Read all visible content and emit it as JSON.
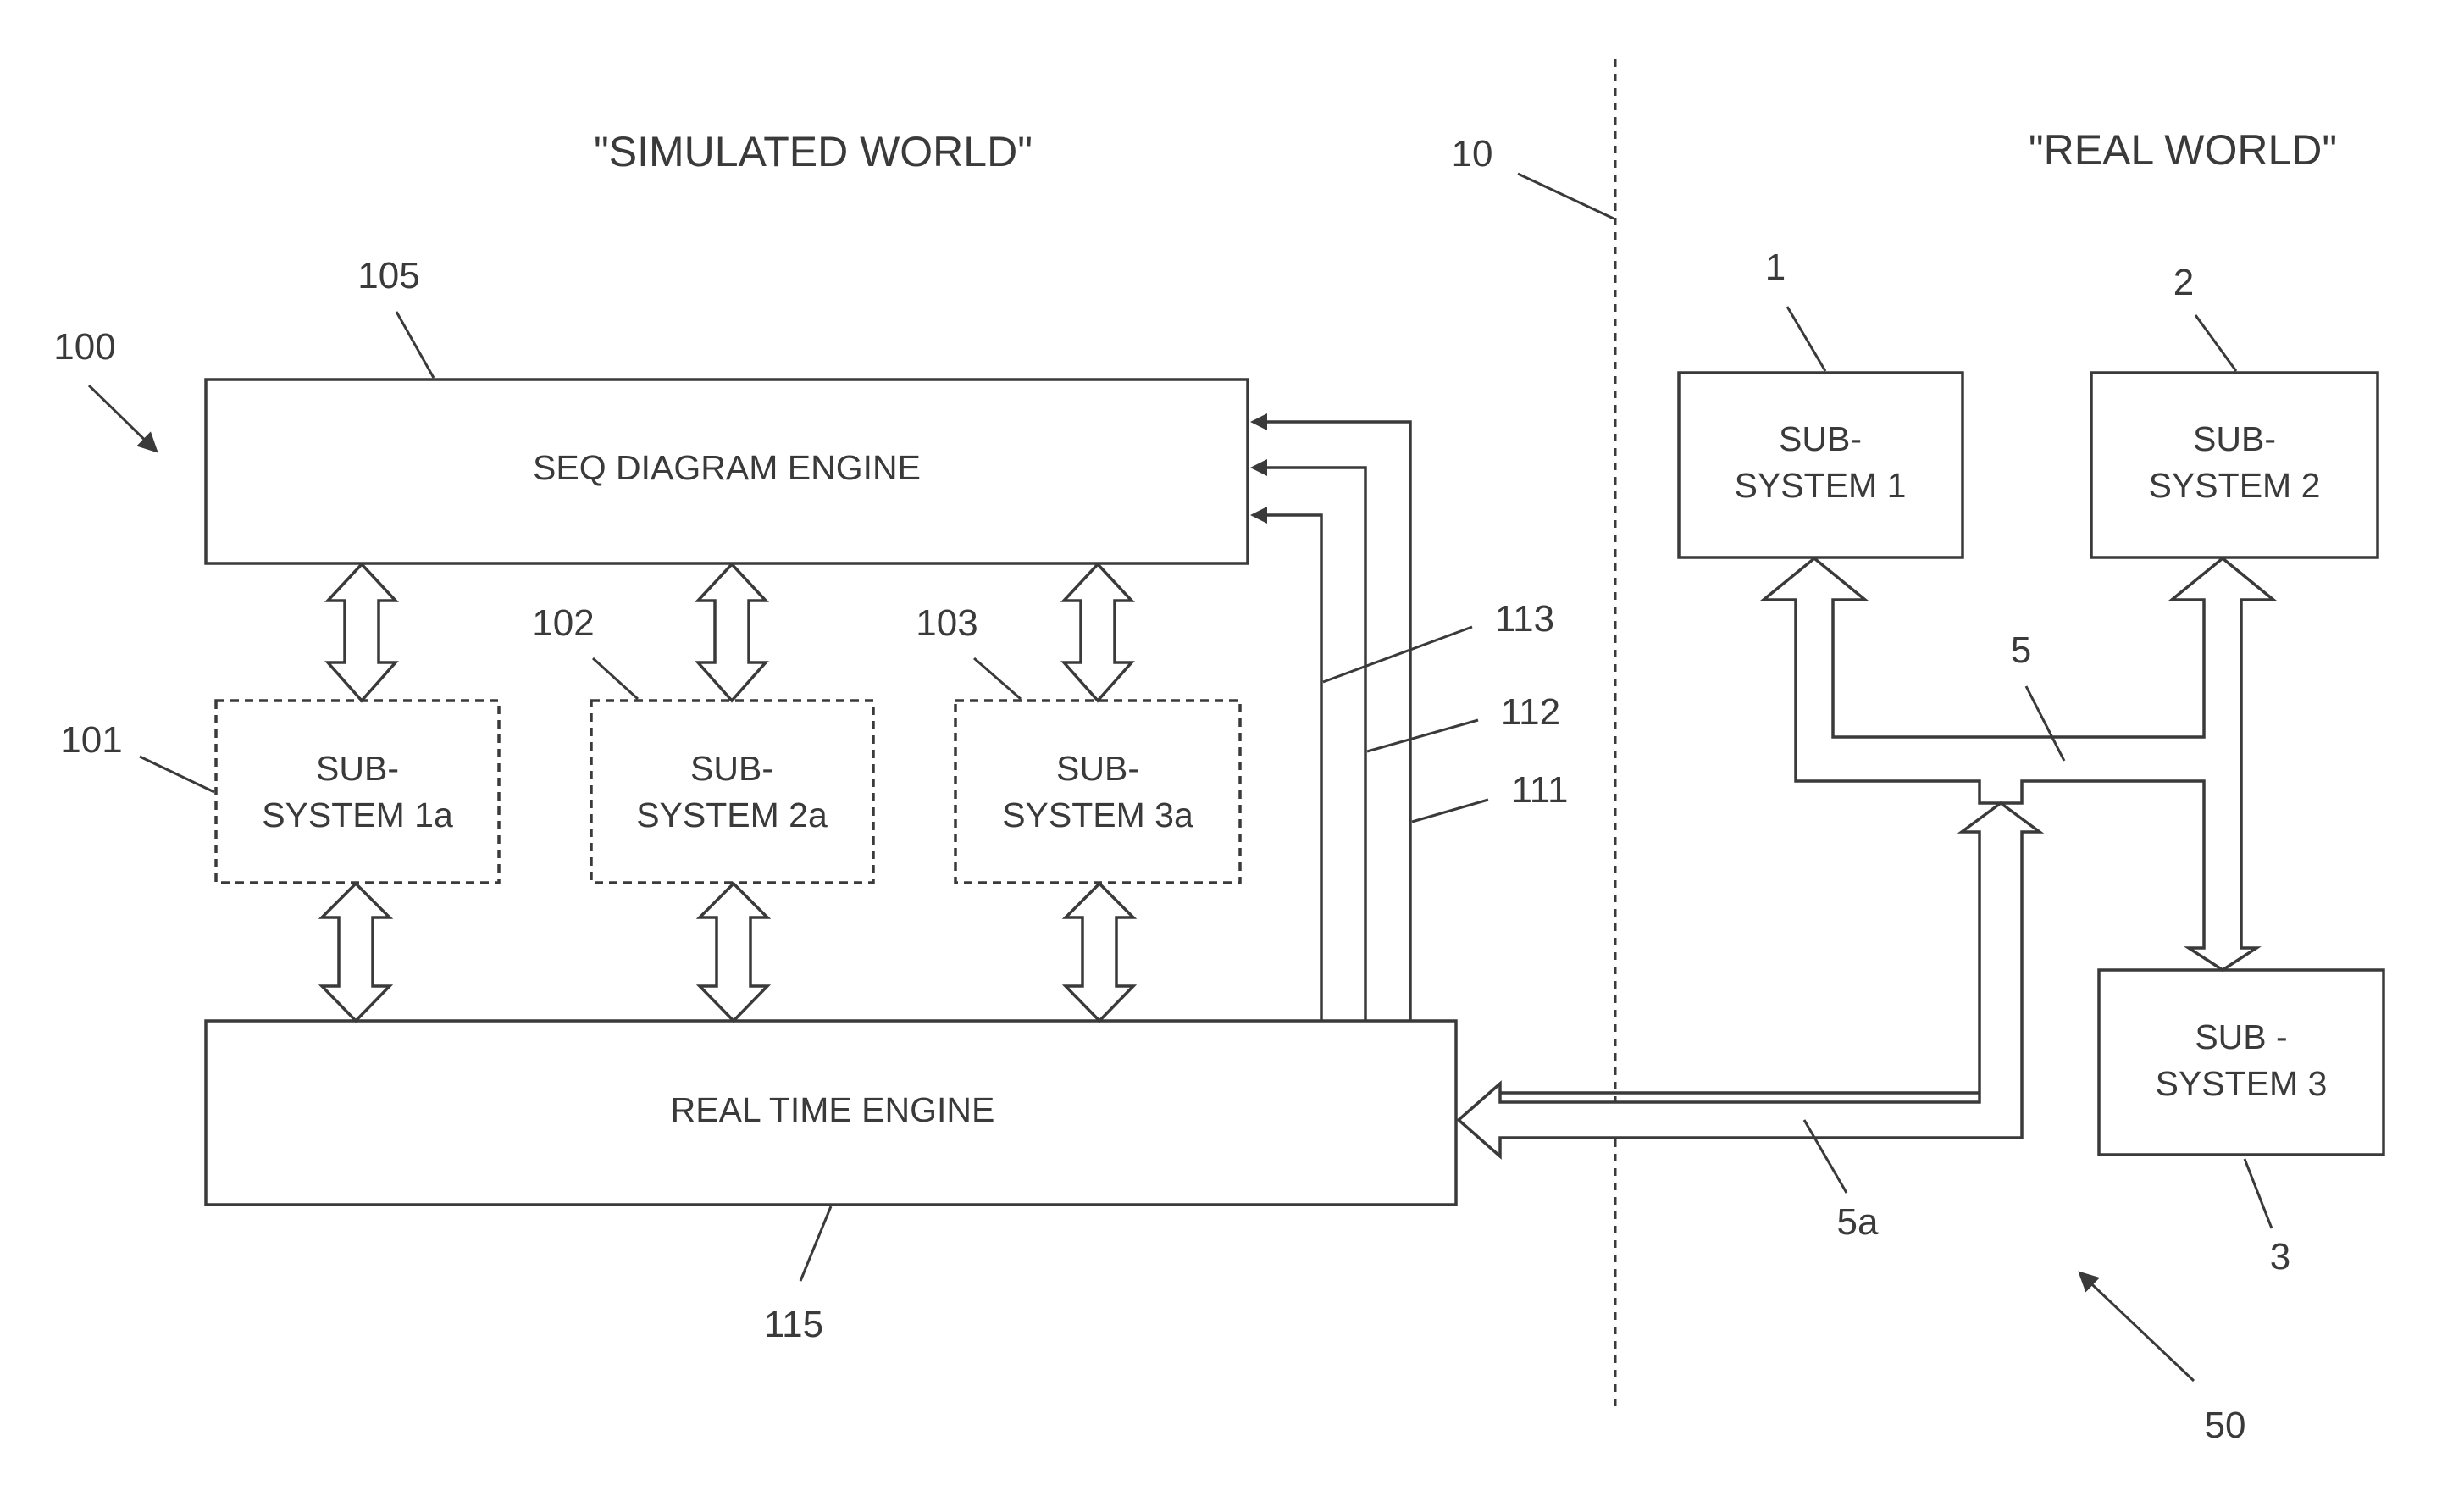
{
  "headings": {
    "simulated": "\"SIMULATED WORLD\"",
    "real": "\"REAL WORLD\""
  },
  "blocks": {
    "seq_engine": "SEQ DIAGRAM ENGINE",
    "rt_engine": "REAL TIME ENGINE",
    "sim_sub_1a": [
      "SUB-",
      "SYSTEM 1a"
    ],
    "sim_sub_2a": [
      "SUB-",
      "SYSTEM 2a"
    ],
    "sim_sub_3a": [
      "SUB-",
      "SYSTEM 3a"
    ],
    "real_sub_1": [
      "SUB-",
      "SYSTEM 1"
    ],
    "real_sub_2": [
      "SUB-",
      "SYSTEM 2"
    ],
    "real_sub_3": [
      "SUB -",
      "SYSTEM 3"
    ]
  },
  "refs": {
    "r100": "100",
    "r105": "105",
    "r101": "101",
    "r102": "102",
    "r103": "103",
    "r113": "113",
    "r112": "112",
    "r111": "111",
    "r115": "115",
    "r10": "10",
    "r1": "1",
    "r2": "2",
    "r3": "3",
    "r5": "5",
    "r5a": "5a",
    "r50": "50"
  },
  "colors": {
    "line": "#3a3a3a",
    "background": "#ffffff"
  }
}
